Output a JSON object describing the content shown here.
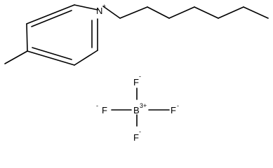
{
  "diagram": {
    "pyridinium_nitrogen": {
      "symbol": "N",
      "charge": "+"
    },
    "borate": {
      "boron": {
        "symbol": "B",
        "charge": "3+"
      },
      "fluorines": [
        {
          "symbol": "F",
          "charge": "-"
        },
        {
          "symbol": "F",
          "charge": "-"
        },
        {
          "symbol": "F",
          "charge": "-"
        },
        {
          "symbol": "F",
          "charge": "-"
        }
      ]
    }
  }
}
